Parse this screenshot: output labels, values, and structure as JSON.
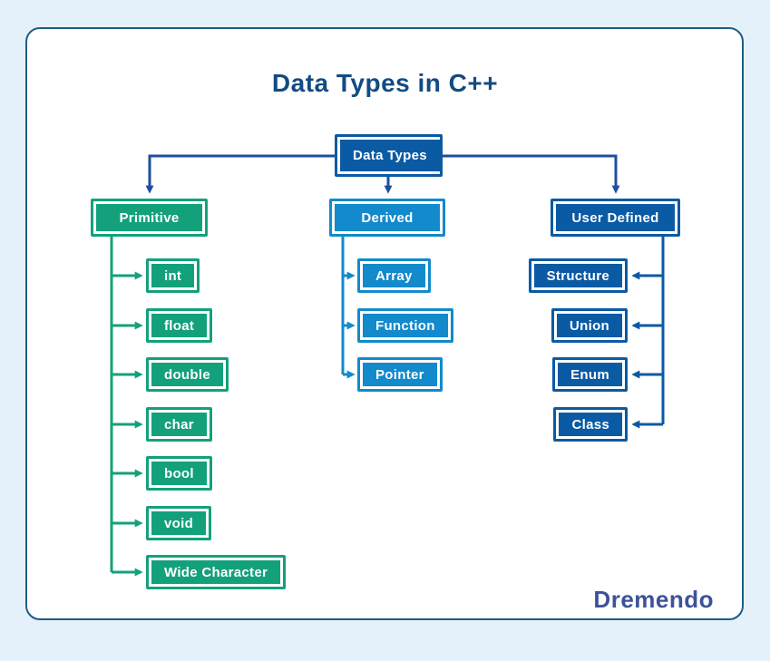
{
  "title": "Data Types in C++",
  "brand": "Dremendo",
  "colors": {
    "background": "#E4F1FB",
    "card_border": "#1E5C86",
    "title_text": "#134B82",
    "top_connector": "#1E4F9E",
    "primitive": "#13A17B",
    "derived": "#128ACB",
    "user_defined": "#0B5AA4",
    "brand_text": "#3D5299"
  },
  "diagram": {
    "root": {
      "label": "Data Types"
    },
    "branches": [
      {
        "label": "Primitive",
        "color": "#13A17B",
        "children": [
          "int",
          "float",
          "double",
          "char",
          "bool",
          "void",
          "Wide Character"
        ]
      },
      {
        "label": "Derived",
        "color": "#128ACB",
        "children": [
          "Array",
          "Function",
          "Pointer"
        ]
      },
      {
        "label": "User Defined",
        "color": "#0B5AA4",
        "children": [
          "Structure",
          "Union",
          "Enum",
          "Class"
        ]
      }
    ]
  }
}
